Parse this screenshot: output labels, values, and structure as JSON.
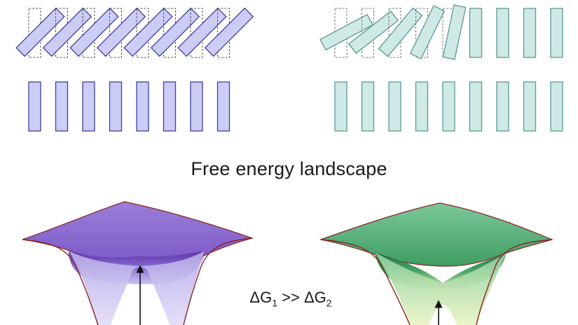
{
  "diagram": {
    "title": "Free energy landscape",
    "equation": {
      "delta_symbol": "ΔG",
      "sub_1": "1",
      "relation": ">>",
      "sub_2": "2"
    }
  },
  "left_panel": {
    "top_row_tilted_count": 8,
    "bottom_row_upright_count": 8
  },
  "right_panel": {
    "top_row_tilted_count": 5,
    "top_row_upright_count": 4,
    "bottom_row_upright_count": 9
  },
  "colors": {
    "left_bar_fill": "#cccdf6",
    "left_bar_stroke": "#3f3f9a",
    "right_bar_fill": "#cfe9e6",
    "right_bar_stroke": "#5b9994",
    "left_surface": "#7b4fc2",
    "right_surface": "#3fa063",
    "surface_edge": "#8a2424"
  }
}
